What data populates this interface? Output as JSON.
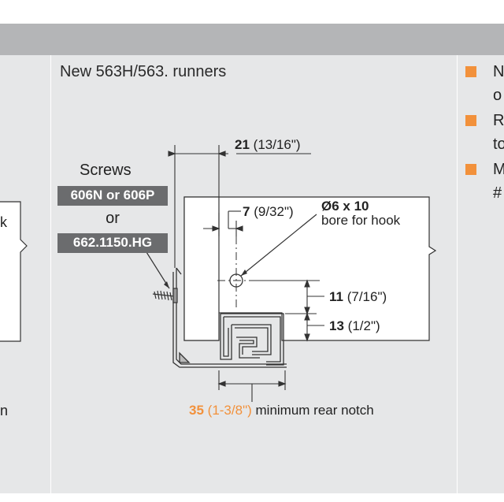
{
  "column_title": "New 563H/563. runners",
  "left_column": {
    "fragment_k": "k",
    "fragment_n": "n"
  },
  "diagram": {
    "screws_label": "Screws",
    "screw_option_1": "606N or 606P",
    "or_label": "or",
    "screw_option_2": "662.1150.HG",
    "dim_21_value": "21",
    "dim_21_imperial": "(13/16\")",
    "dim_7_value": "7",
    "dim_7_imperial": "(9/32\")",
    "bore_label": "Ø6 x 10",
    "bore_sub": "bore for hook",
    "dim_11_value": "11",
    "dim_11_imperial": "(7/16\")",
    "dim_13_value": "13",
    "dim_13_imperial": "(1/2\")",
    "dim_35_value": "35",
    "dim_35_imperial": "(1-3/8\")",
    "dim_35_text": "minimum rear notch"
  },
  "right_column": {
    "bullets": [
      {
        "text": "N"
      },
      {
        "text": "o"
      },
      {
        "text": "R"
      },
      {
        "text": "to"
      },
      {
        "text": "M"
      },
      {
        "text": "#"
      }
    ]
  },
  "colors": {
    "accent": "#f2913b",
    "label_box": "#6b6c6e",
    "panel": "#ffffff",
    "background": "#e6e7e8",
    "header": "#b4b5b7"
  }
}
